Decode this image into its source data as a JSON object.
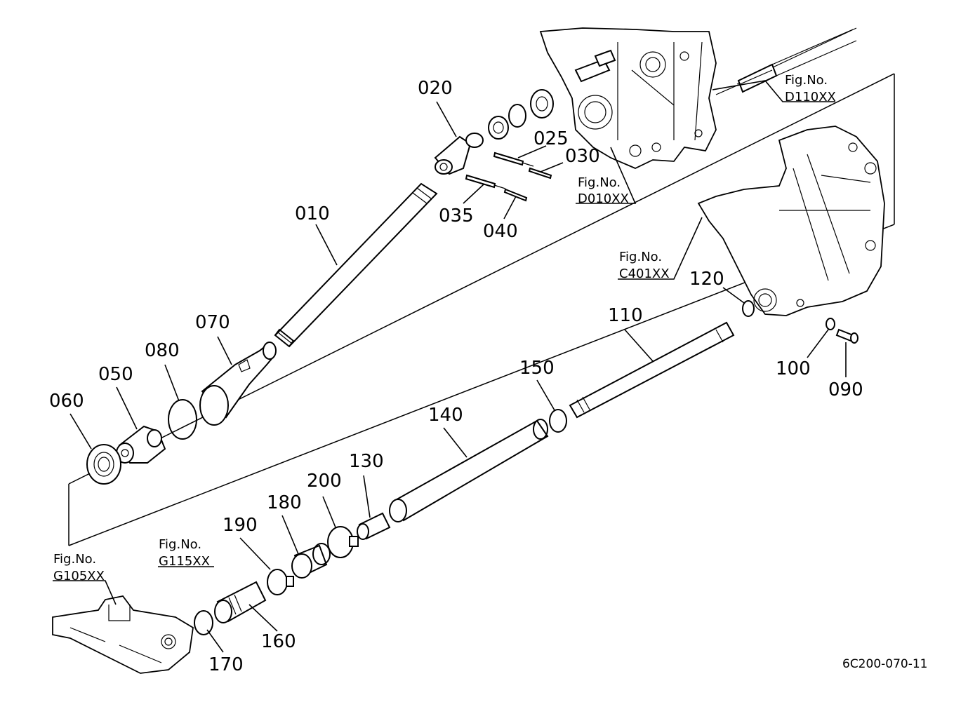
{
  "diagram_code": "6C200-070-11",
  "part_numbers": {
    "p010": "010",
    "p020": "020",
    "p025": "025",
    "p030": "030",
    "p035": "035",
    "p040": "040",
    "p050": "050",
    "p060": "060",
    "p070": "070",
    "p080": "080",
    "p090": "090",
    "p100": "100",
    "p110": "110",
    "p120": "120",
    "p130": "130",
    "p140": "140",
    "p150": "150",
    "p160": "160",
    "p170": "170",
    "p180": "180",
    "p190": "190",
    "p200": "200"
  },
  "figure_refs": {
    "d110": {
      "label": "Fig.No.",
      "code": "D110XX"
    },
    "d010": {
      "label": "Fig.No.",
      "code": "D010XX"
    },
    "c401": {
      "label": "Fig.No.",
      "code": "C401XX"
    },
    "g105": {
      "label": "Fig.No.",
      "code": "G105XX"
    },
    "g115": {
      "label": "Fig.No.",
      "code": "G115XX"
    }
  }
}
